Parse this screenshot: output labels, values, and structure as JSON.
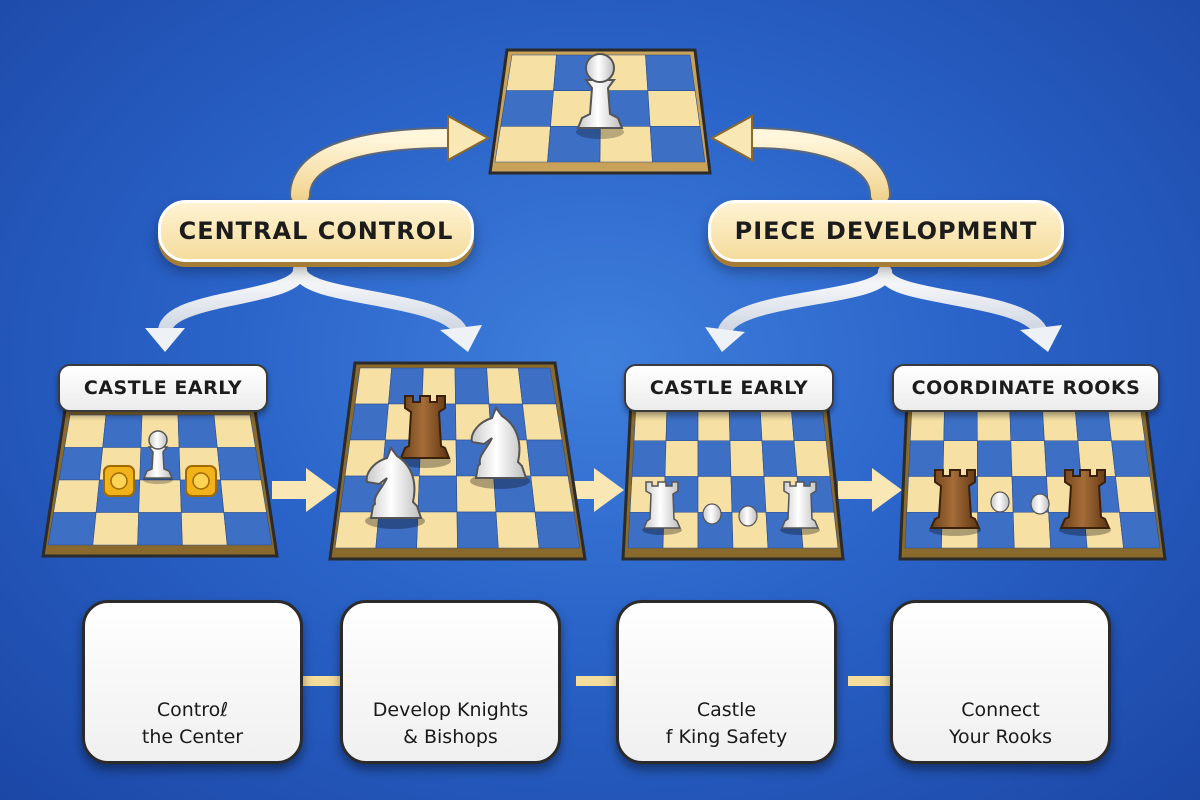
{
  "colors": {
    "background": "#2a63c8",
    "board_light": "#f6e0a4",
    "board_dark": "#3d6fc4",
    "pill_fill": "#f4dc9c",
    "arrow_fill": "#fae7b6",
    "wood_piece": "#8a5a2b",
    "white_piece": "#f3f3f3"
  },
  "top_board": {
    "piece": "white-pawn"
  },
  "branches": [
    {
      "label": "CENTRAL CONTROL"
    },
    {
      "label": "PIECE DEVELOPMENT"
    }
  ],
  "stages": [
    {
      "label": "CASTLE EARLY",
      "pieces": [
        "white-pawn",
        "gold-coin",
        "gold-coin"
      ]
    },
    {
      "label": "",
      "pieces": [
        "brown-rook",
        "white-knight",
        "white-knight"
      ]
    },
    {
      "label": "CASTLE EARLY",
      "pieces": [
        "white-rook",
        "white-rook"
      ]
    },
    {
      "label": "COORDINATE ROOKS",
      "pieces": [
        "brown-rook",
        "brown-rook"
      ]
    }
  ],
  "cards": [
    {
      "line1": "Controℓ",
      "line2": "the Center",
      "icon": "mini-board-icon"
    },
    {
      "line1": "Develop Knights",
      "line2": "& Bishops",
      "icon": "rooks-icon"
    },
    {
      "line1": "Castle",
      "line2": "f King Safety",
      "icon": "shield-icon"
    },
    {
      "line1": "Connect",
      "line2": "Your Rooks",
      "icon": "rooks-icon"
    }
  ]
}
